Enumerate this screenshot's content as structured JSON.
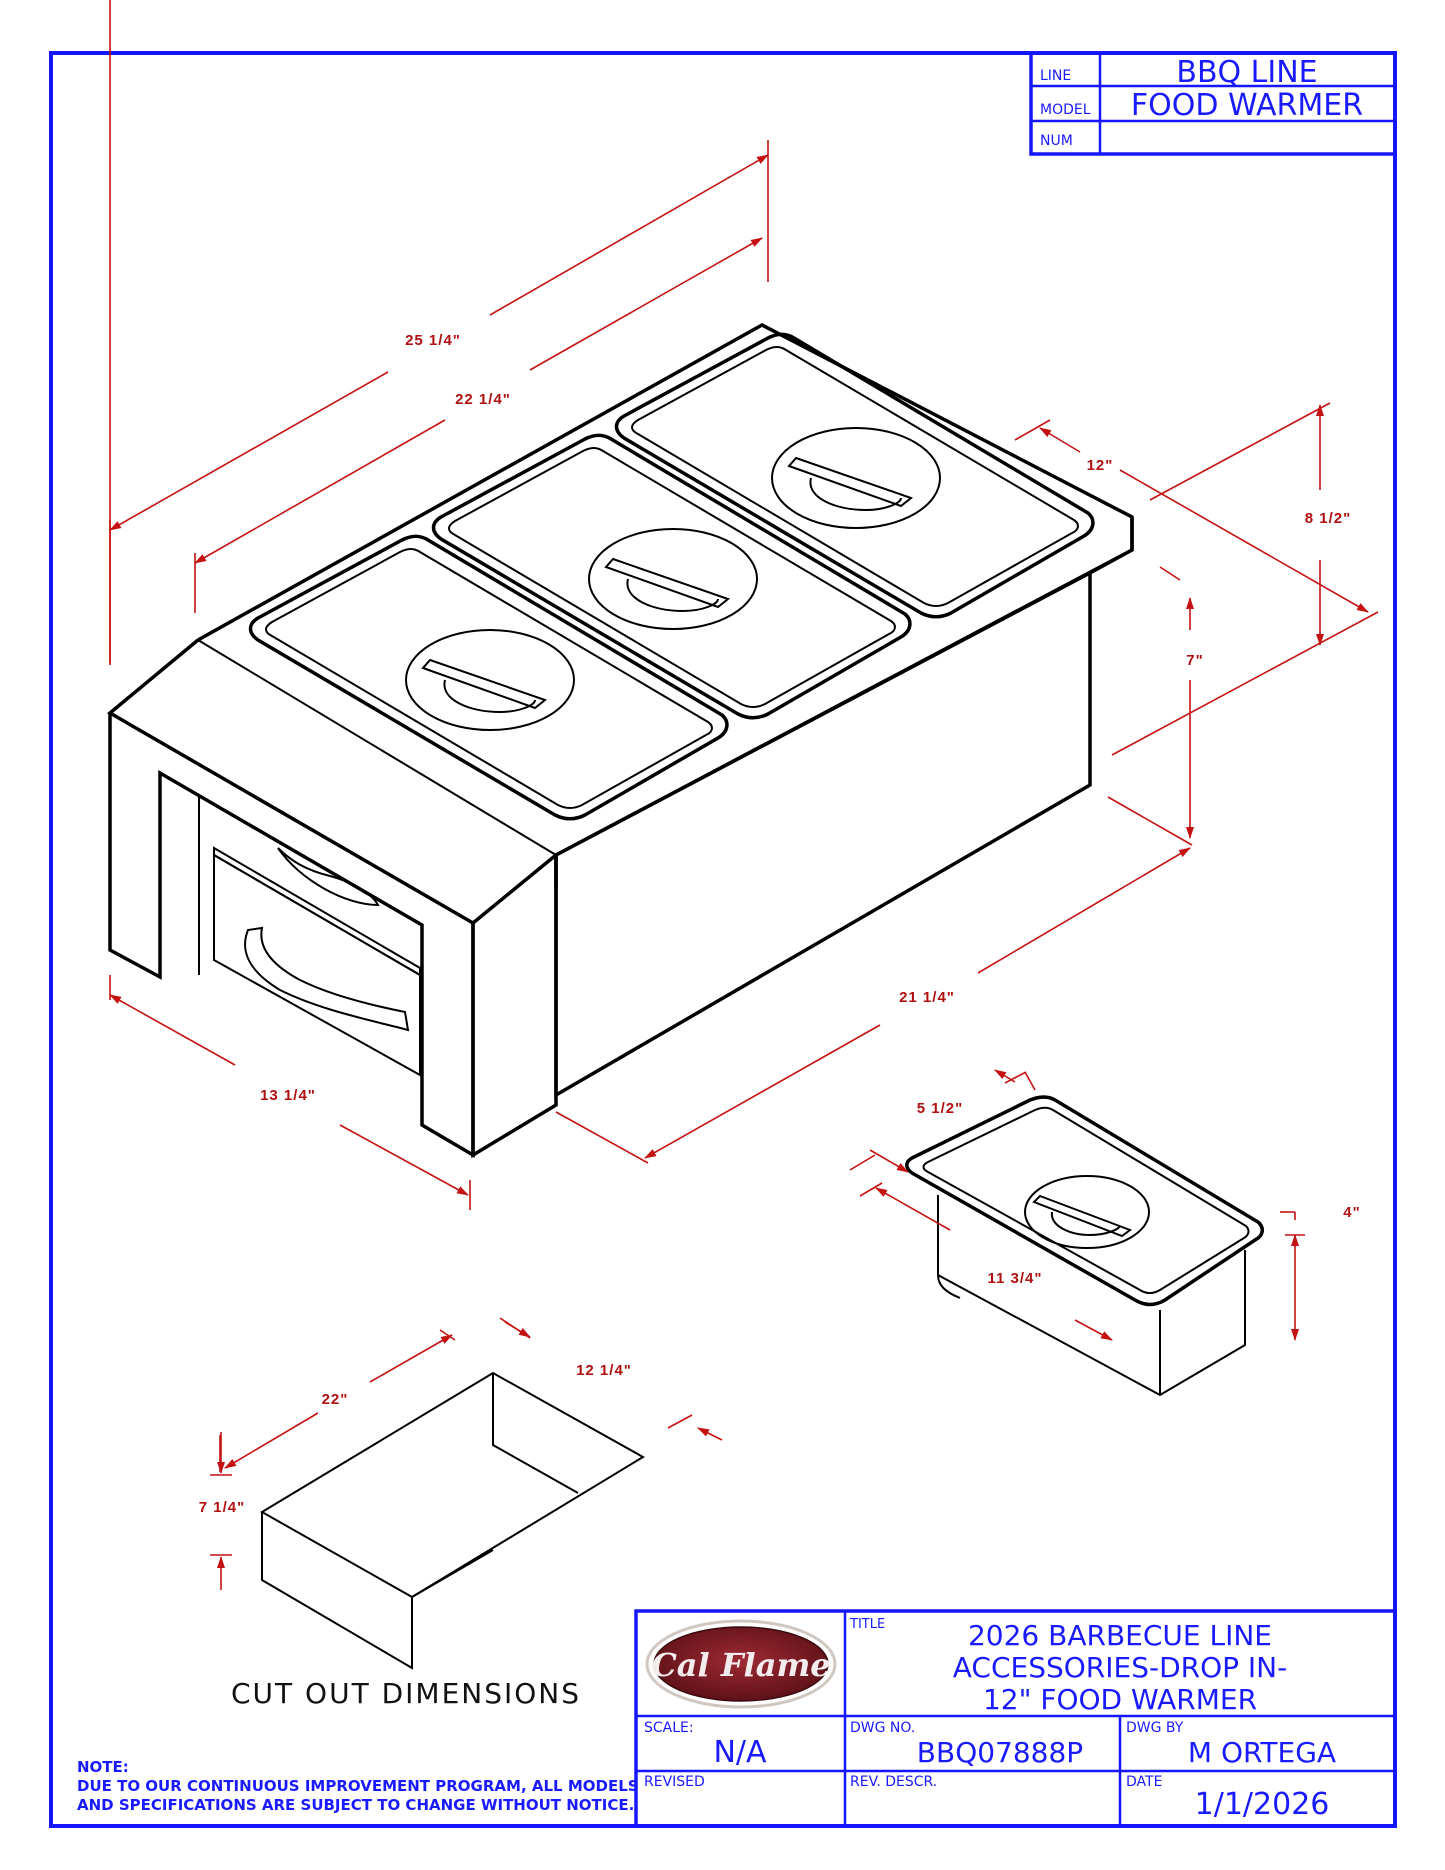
{
  "title_block": {
    "line_label": "LINE",
    "line_value": "BBQ LINE",
    "model_label": "MODEL",
    "model_value": "FOOD WARMER",
    "num_label": "NUM",
    "num_value": ""
  },
  "dimensions": {
    "overall_length": "25 1/4\"",
    "inner_length": "22 1/4\"",
    "depth": "12\"",
    "overall_height": "8 1/2\"",
    "body_height": "7\"",
    "front_width": "13 1/4\"",
    "body_length": "21 1/4\"",
    "pan_width": "5 1/2\"",
    "pan_length": "11 3/4\"",
    "pan_height": "4\"",
    "cutout_length": "22\"",
    "cutout_width": "12 1/4\"",
    "cutout_depth": "7 1/4\""
  },
  "cutout_caption": "CUT OUT DIMENSIONS",
  "note": {
    "heading": "NOTE:",
    "line1": "DUE TO OUR CONTINUOUS IMPROVEMENT PROGRAM, ALL MODELS",
    "line2": "AND SPECIFICATIONS ARE SUBJECT TO CHANGE WITHOUT NOTICE."
  },
  "logo": {
    "text": "Cal Flame",
    "color": "#7a1a22"
  },
  "drawing_block": {
    "title_label": "TITLE",
    "title_line1": "2026 BARBECUE LINE",
    "title_line2": "ACCESSORIES-DROP IN-",
    "title_line3": "12\" FOOD WARMER",
    "scale_label": "SCALE:",
    "scale_value": "N/A",
    "dwg_no_label": "DWG NO.",
    "dwg_no_value": "BBQ07888P",
    "dwg_by_label": "DWG BY",
    "dwg_by_value": "M ORTEGA",
    "revised_label": "REVISED",
    "rev_descr_label": "REV. DESCR.",
    "date_label": "DATE",
    "date_value": "1/1/2026"
  },
  "colors": {
    "border": "#1515ff",
    "dimension": "#c41212",
    "ink": "#000000"
  }
}
